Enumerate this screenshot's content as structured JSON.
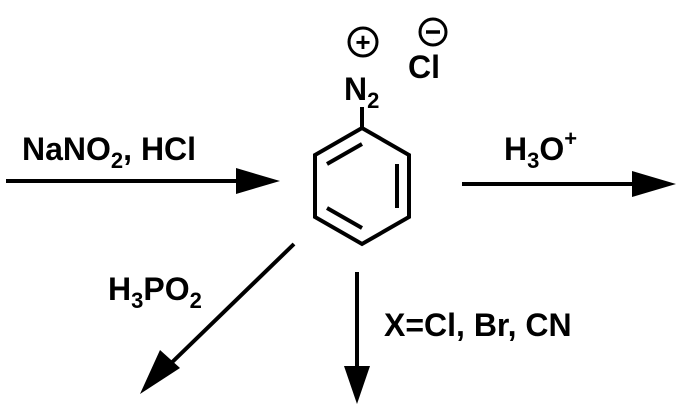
{
  "reagents": {
    "diazotization": {
      "part1": "NaNO",
      "sub1": "2",
      "part2": ", HCl"
    },
    "hydrolysis": {
      "part1": "H",
      "sub1": "3",
      "part2": "O",
      "sup": "+"
    },
    "reduction": {
      "part1": "H",
      "sub1": "3",
      "part2": "PO",
      "sub2": "2"
    },
    "sandmeyer": {
      "text": "X=Cl, Br, CN"
    }
  },
  "diazonium": {
    "charge_pos": "+",
    "charge_neg": "−",
    "nitrogen": "N",
    "nitrogen_sub": "2",
    "counterion": "Cl"
  }
}
